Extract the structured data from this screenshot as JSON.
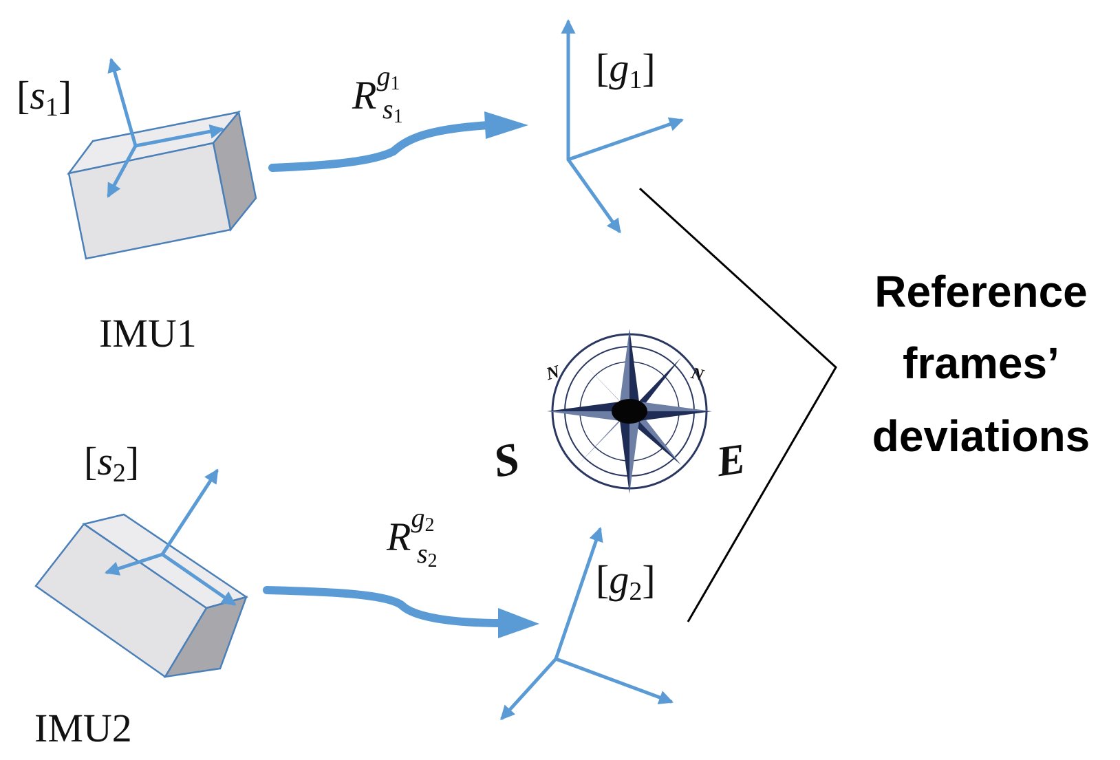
{
  "diagram": {
    "imu1": {
      "label": "IMU1",
      "frame_base": "s",
      "frame_sub": "1"
    },
    "imu2": {
      "label": "IMU2",
      "frame_base": "s",
      "frame_sub": "2"
    },
    "global1": {
      "frame_base": "g",
      "frame_sub": "1"
    },
    "global2": {
      "frame_base": "g",
      "frame_sub": "2"
    },
    "rotation1": {
      "base": "R",
      "sup_base": "g",
      "sup_sub": "1",
      "sub_base": "s",
      "sub_sub": "1"
    },
    "rotation2": {
      "base": "R",
      "sup_base": "g",
      "sup_sub": "2",
      "sub_base": "s",
      "sub_sub": "2"
    },
    "deviations_label": [
      "Reference",
      "frames’",
      "deviations"
    ],
    "compass": {
      "letters": [
        "N",
        "N",
        "S",
        "E"
      ]
    },
    "colors": {
      "axis": "#5b9bd5",
      "box": "#e3e3e6",
      "box_side": "#a8a8ac",
      "compass": "#1f2d56",
      "bracket": "#000000"
    }
  }
}
